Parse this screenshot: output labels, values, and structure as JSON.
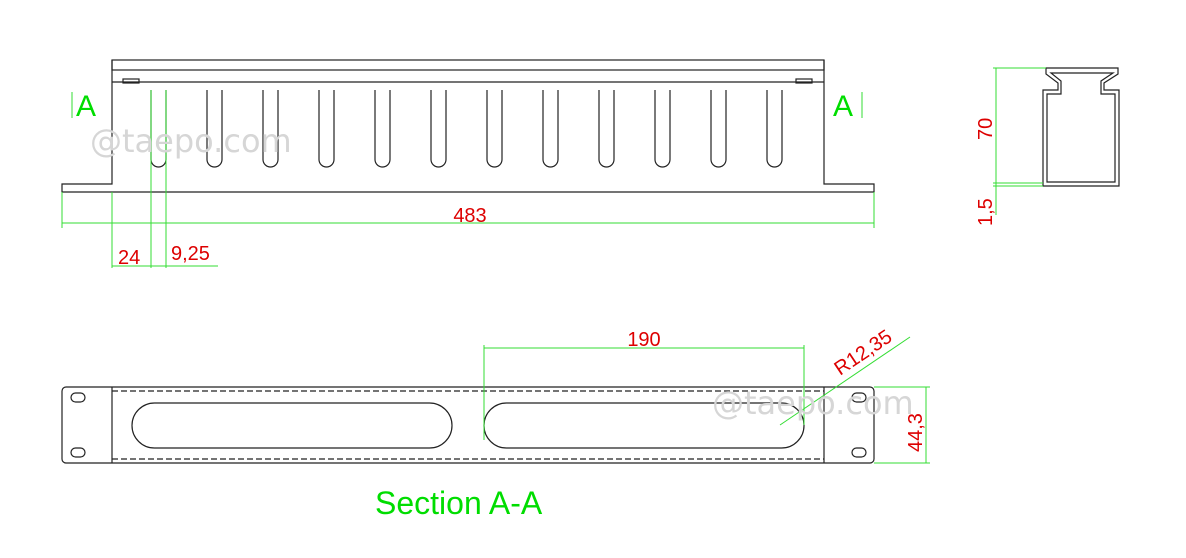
{
  "front_view": {
    "section_marker_left": "A",
    "section_marker_right": "A",
    "dim_width": "483",
    "dim_first_slot_offset": "24",
    "dim_slot_width": "9,25",
    "slot_count": 12
  },
  "side_view": {
    "dim_height": "70",
    "dim_thickness": "1,5"
  },
  "section_view": {
    "title": "Section A-A",
    "dim_cutout_length": "190",
    "dim_radius": "R12,35",
    "dim_panel_height": "44,3"
  },
  "watermark": "@taepo.com",
  "colors": {
    "dimension_text": "#dd0000",
    "dimension_lines": "#33dd33",
    "outline": "#222222",
    "watermark": "#d6d6d6"
  }
}
